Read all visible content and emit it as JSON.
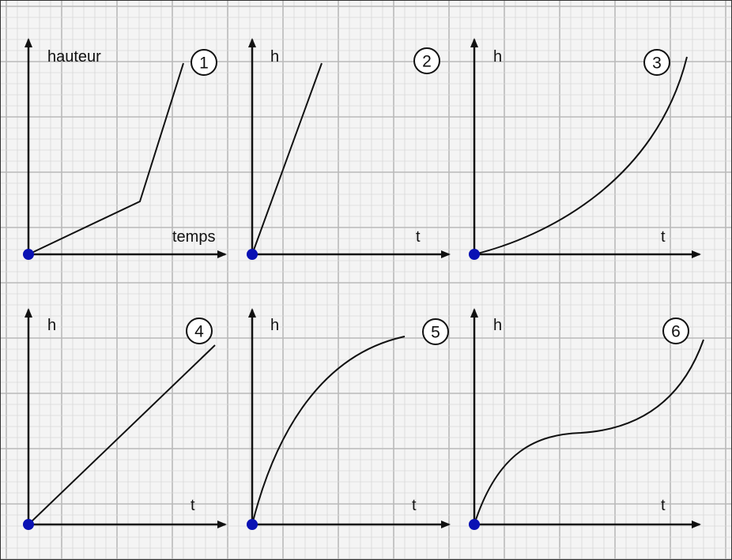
{
  "colors": {
    "background": "#f4f4f4",
    "grid_minor": "#d8d8d8",
    "grid_major": "#b9b9b9",
    "ink": "#111111",
    "origin_dot": "#0a12b4",
    "frame": "#333333"
  },
  "panels": [
    {
      "id": "1",
      "number": "1",
      "ylabel": "hauteur",
      "xlabel": "temps",
      "curve": "piecewise-linear: slow then fast"
    },
    {
      "id": "2",
      "number": "2",
      "ylabel": "h",
      "xlabel": "t",
      "curve": "linear steep"
    },
    {
      "id": "3",
      "number": "3",
      "ylabel": "h",
      "xlabel": "t",
      "curve": "increasing convex"
    },
    {
      "id": "4",
      "number": "4",
      "ylabel": "h",
      "xlabel": "t",
      "curve": "linear moderate"
    },
    {
      "id": "5",
      "number": "5",
      "ylabel": "h",
      "xlabel": "t",
      "curve": "increasing concave"
    },
    {
      "id": "6",
      "number": "6",
      "ylabel": "h",
      "xlabel": "t",
      "curve": "concave then convex"
    }
  ]
}
